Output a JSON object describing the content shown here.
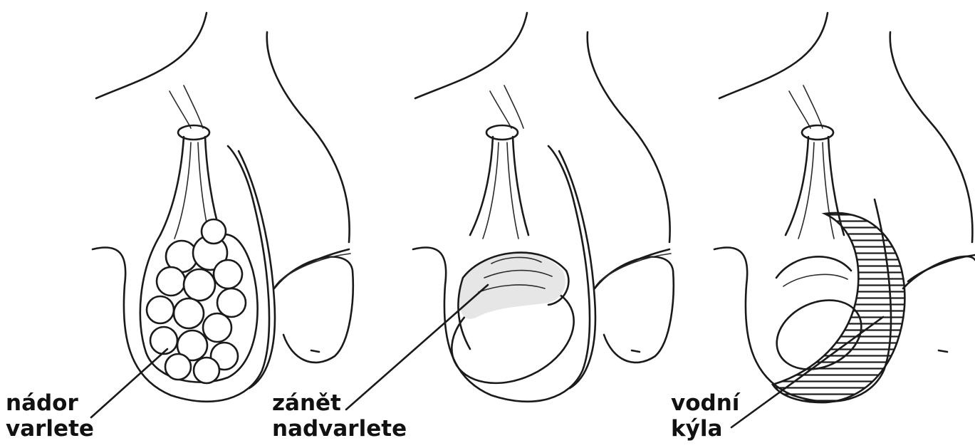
{
  "panels": [
    {
      "label_line1": "nádor",
      "label_line2": "varlete"
    },
    {
      "label_line1": "zánět",
      "label_line2": "nadvarlete"
    },
    {
      "label_line1": "vodní",
      "label_line2": "kýla"
    }
  ]
}
